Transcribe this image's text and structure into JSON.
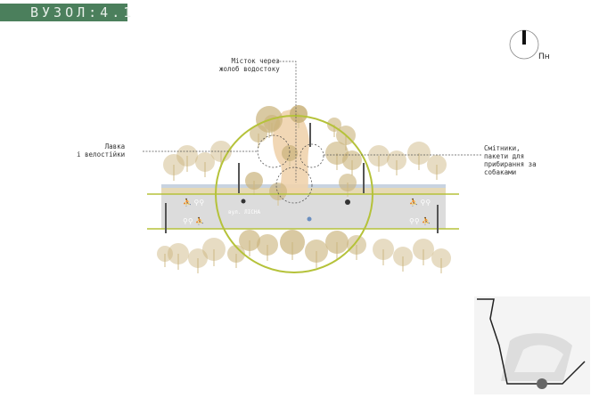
{
  "title": "ВУЗОЛ:4.1",
  "north_label": "Пн",
  "annotations": {
    "bridge": "Місток через\nжолоб водостоку",
    "bench": "Лавка\nі велостійки",
    "bins": "Смітники,\nпакети для\nприбирання за\nсобаками"
  },
  "street_name": "вул. ЛІСНА",
  "colors": {
    "title_bg": "#4b7f5c",
    "accent_line": "#b5c23a",
    "tree": "#c9b27a",
    "path": "#efd3ad",
    "road": "#d8d8d8"
  }
}
